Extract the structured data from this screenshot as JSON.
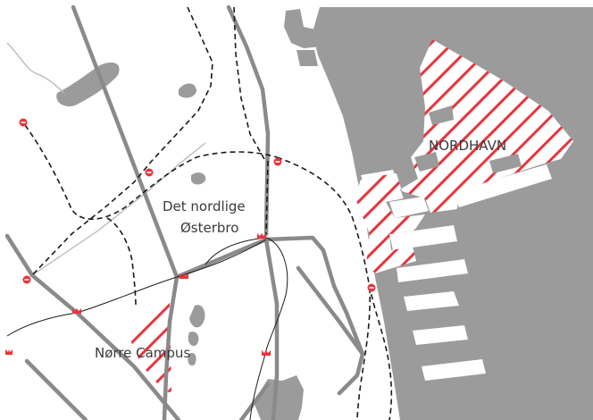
{
  "labels": {
    "nordhavn": "NORDHAVN",
    "det_nordlige": "Det nordlige",
    "osterbro": "Østerbro",
    "norre_campus": "Nørre Campus"
  },
  "legend_symbols": {
    "s_train_station_icon": "s-train-station-icon",
    "metro_station_icon": "metro-station-icon",
    "development_area_hatch": "red-diagonal-hatch"
  },
  "colors": {
    "background": "#ffffff",
    "water": "#9b9b9b",
    "road": "#8a8a8a",
    "rail": "#1a1a1a",
    "hatch": "#e8343c",
    "label": "#3a3a3a"
  }
}
